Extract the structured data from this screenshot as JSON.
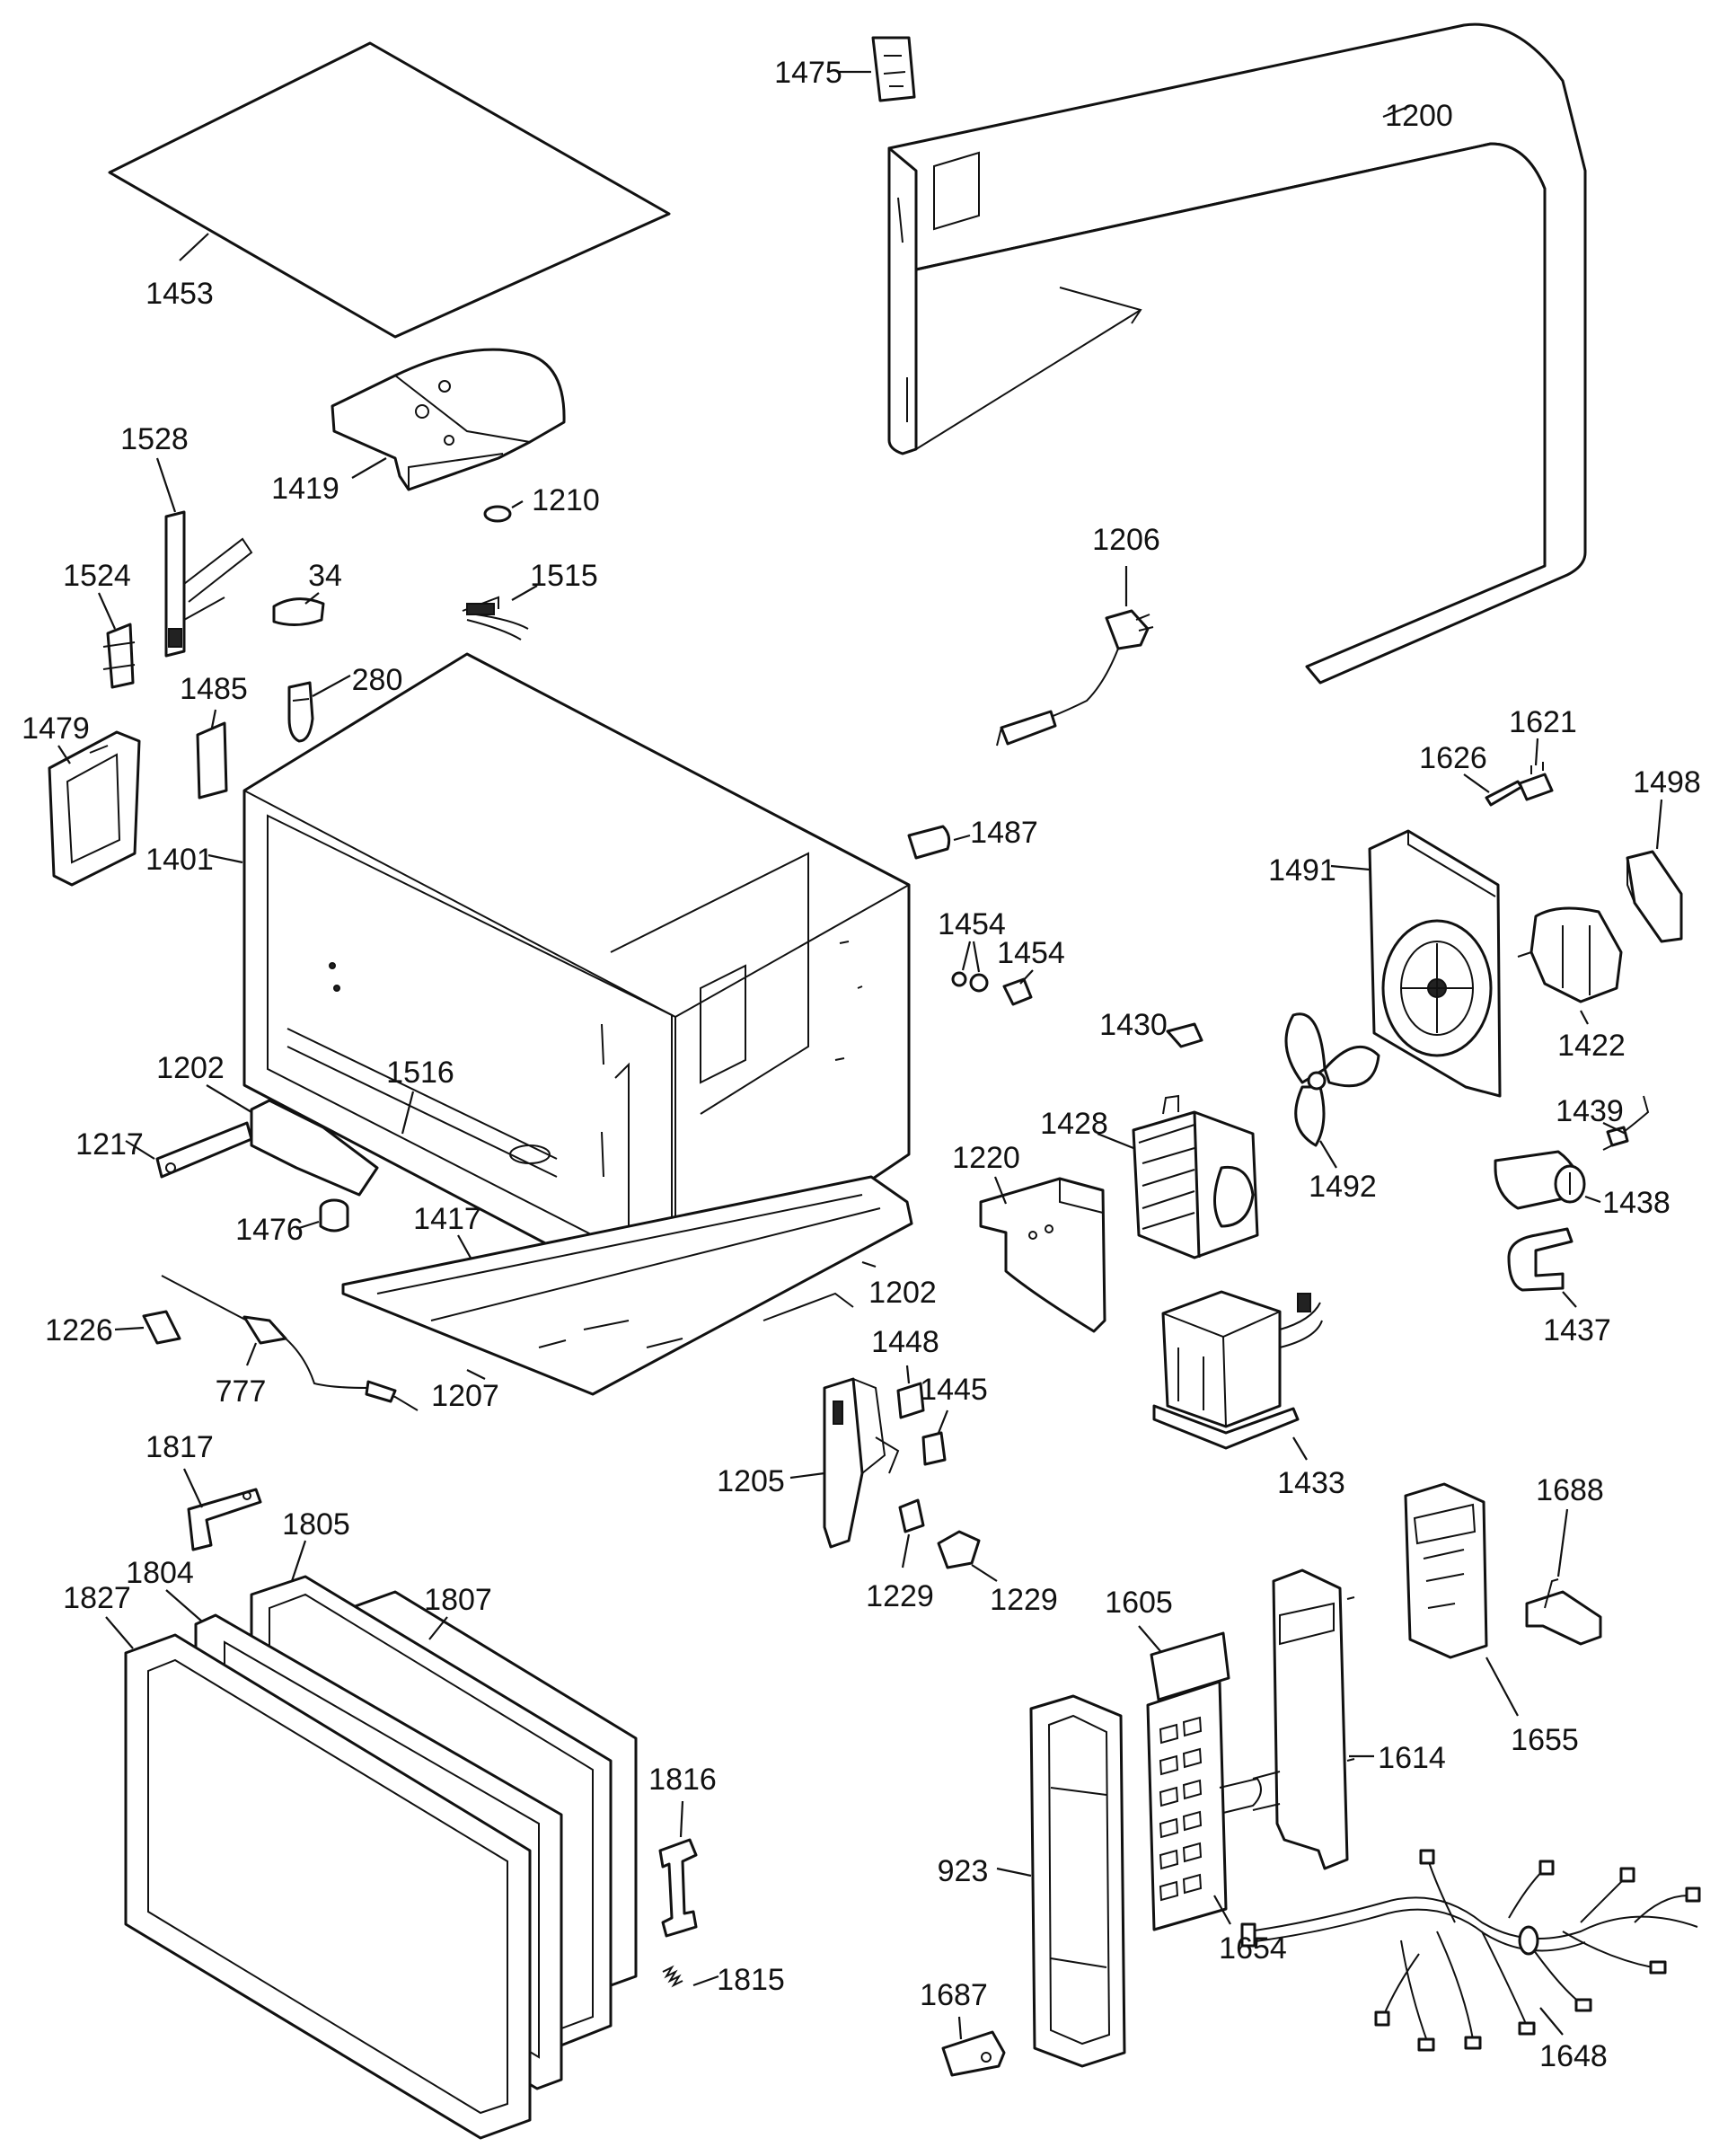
{
  "callouts": {
    "c1475": "1475",
    "c1200": "1200",
    "c1453": "1453",
    "c1419": "1419",
    "c1210": "1210",
    "c1528": "1528",
    "c1524": "1524",
    "c34": "34",
    "c1515": "1515",
    "c1206": "1206",
    "c280": "280",
    "c1485": "1485",
    "c1479": "1479",
    "c1401": "1401",
    "c1626": "1626",
    "c1621": "1621",
    "c1498": "1498",
    "c1487": "1487",
    "c1491": "1491",
    "c1454a": "1454",
    "c1454b": "1454",
    "c1430": "1430",
    "c1422": "1422",
    "c1202a": "1202",
    "c1516": "1516",
    "c1428": "1428",
    "c1439": "1439",
    "c1217": "1217",
    "c1220": "1220",
    "c1492": "1492",
    "c1438": "1438",
    "c1476": "1476",
    "c1417": "1417",
    "c1202b": "1202",
    "c1437": "1437",
    "c1226": "1226",
    "c1448": "1448",
    "c777": "777",
    "c1445": "1445",
    "c1207": "1207",
    "c1205": "1205",
    "c1433": "1433",
    "c1817": "1817",
    "c1688": "1688",
    "c1805": "1805",
    "c1804": "1804",
    "c1807": "1807",
    "c1827": "1827",
    "c1229a": "1229",
    "c1229b": "1229",
    "c1605": "1605",
    "c1655": "1655",
    "c1816": "1816",
    "c1614": "1614",
    "c923": "923",
    "c1654": "1654",
    "c1815": "1815",
    "c1687": "1687",
    "c1648": "1648"
  }
}
